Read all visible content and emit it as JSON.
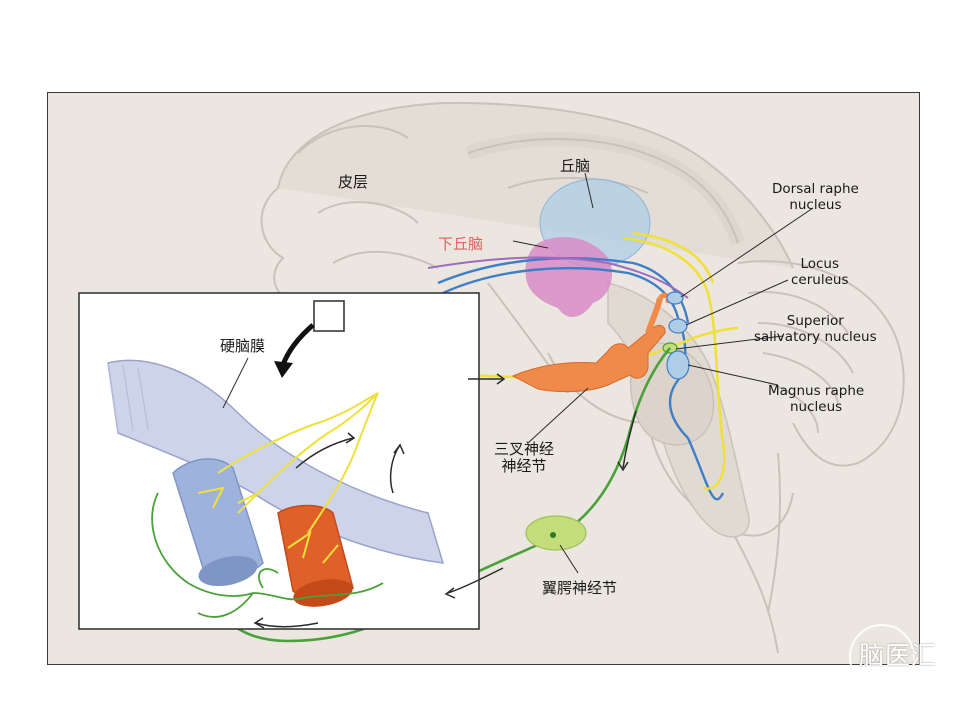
{
  "labels": {
    "cortex": "皮层",
    "thalamus": "丘脑",
    "hypothalamus": "下丘脑",
    "dura_mater": "硬脑膜",
    "trigeminal_ganglion_line1": "三叉神经",
    "trigeminal_ganglion_line2": "神经节",
    "pterygopalatine_ganglion": "翼腭神经节",
    "dorsal_raphe_line1": "Dorsal raphe",
    "dorsal_raphe_line2": "nucleus",
    "locus_line1": "Locus",
    "locus_line2": "ceruleus",
    "superior_line1": "Superior",
    "superior_line2": "salivatory nucleus",
    "magnus_line1": "Magnus raphe",
    "magnus_line2": "nucleus"
  },
  "watermark": {
    "text": "脑医汇"
  },
  "colors": {
    "background": "#ebe6df",
    "brain_outline": "#c9c2ba",
    "thalamus": "#aecde6",
    "hypothalamus": "#d98bc8",
    "sensory_fiber": "#f0e03c",
    "parasympathetic_fiber": "#4aa13a",
    "descending_fiber": "#3f7fc8",
    "vessel_blue": "#9db3dc",
    "vessel_red": "#e0602a",
    "ganglion": "#f08a4a",
    "pterygopalatine": "#c3dd7a"
  }
}
